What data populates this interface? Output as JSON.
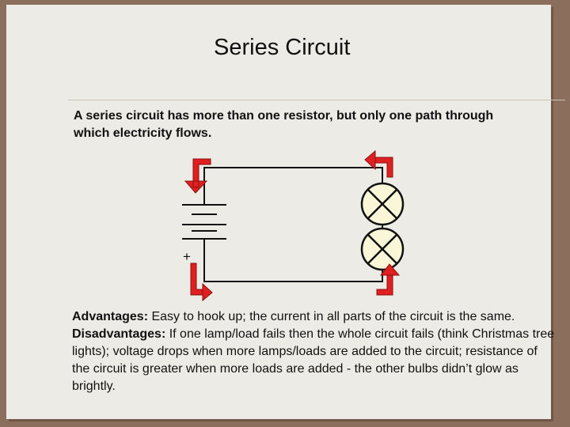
{
  "slide": {
    "title": "Series Circuit",
    "intro": "A series circuit has more than one resistor, but only one path through which electricity flows."
  },
  "diagram": {
    "plus_label": "+",
    "components": [
      "battery",
      "lamp",
      "lamp"
    ],
    "arrow_color": "#e02020",
    "wire_color": "#111111",
    "lamp_fill": "#faf7d8"
  },
  "notes": {
    "advantages_label": "Advantages:",
    "advantages_text": " Easy to hook up; the current in all parts of the circuit is the same.",
    "disadvantages_label": "Disadvantages:",
    "disadvantages_text": " If one lamp/load fails then the whole circuit fails (think Christmas tree lights); voltage drops when more lamps/loads are added to the circuit; resistance of the circuit is greater when more loads are added  - the other bulbs didn’t glow as brightly."
  }
}
